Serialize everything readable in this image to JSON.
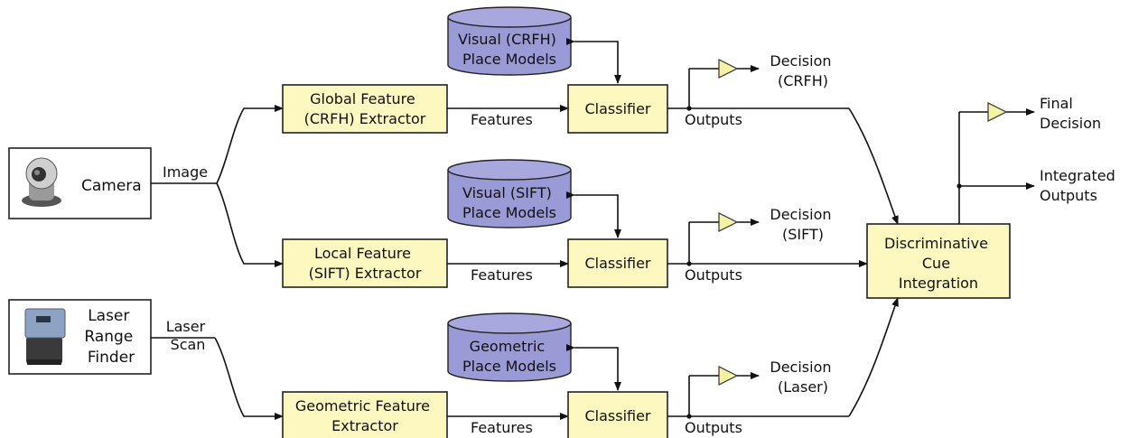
{
  "sensors": {
    "camera": "Camera",
    "laser": [
      "Laser",
      "Range",
      "Finder"
    ]
  },
  "signals": {
    "image": "Image",
    "laser_scan": [
      "Laser",
      "Scan"
    ]
  },
  "extractors": {
    "global": [
      "Global Feature",
      "(CRFH) Extractor"
    ],
    "local": [
      "Local Feature",
      "(SIFT) Extractor"
    ],
    "geometric": [
      "Geometric Feature",
      "Extractor"
    ]
  },
  "models": {
    "crfh": [
      "Visual (CRFH)",
      "Place Models"
    ],
    "sift": [
      "Visual (SIFT)",
      "Place Models"
    ],
    "geometric": [
      "Geometric",
      "Place Models"
    ]
  },
  "classifier_label": "Classifier",
  "features_label": "Features",
  "outputs_label": "Outputs",
  "decisions": {
    "crfh": [
      "Decision",
      "(CRFH)"
    ],
    "sift": [
      "Decision",
      "(SIFT)"
    ],
    "laser": [
      "Decision",
      "(Laser)"
    ]
  },
  "integration": [
    "Discriminative",
    "Cue",
    "Integration"
  ],
  "final_decision": [
    "Final",
    "Decision"
  ],
  "integrated_outputs": [
    "Integrated",
    "Outputs"
  ]
}
